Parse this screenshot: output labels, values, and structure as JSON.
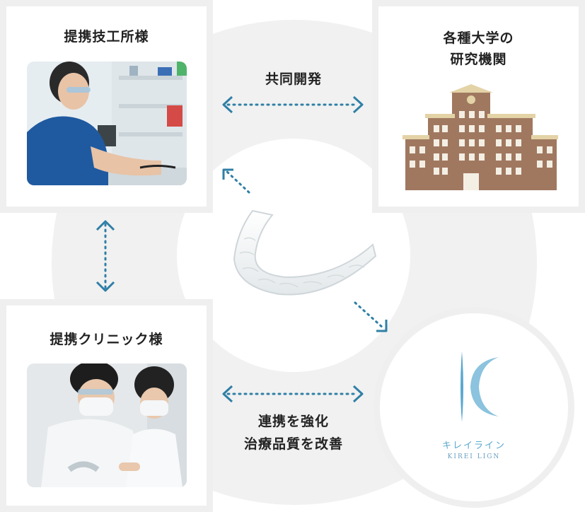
{
  "cards": {
    "lab": {
      "title": "提携技工所様"
    },
    "university": {
      "title_line1": "各種大学の",
      "title_line2": "研究機関"
    },
    "clinic": {
      "title": "提携クリニック様"
    }
  },
  "connections": {
    "joint_development": "共同開発",
    "collab_line1": "連携を強化",
    "collab_line2": "治療品質を改善"
  },
  "brand": {
    "name_jp": "キレイライン",
    "name_en": "KIREI LIGN"
  },
  "colors": {
    "arrow": "#2f7fa6",
    "ring": "#f1f1f1",
    "card_border": "#efefef",
    "brand_blue": "#5aa8d0",
    "building": "#a07860",
    "building_roof": "#e3d3a6"
  }
}
